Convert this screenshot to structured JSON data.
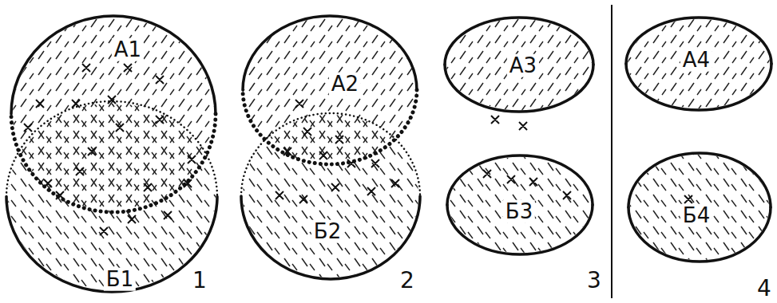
{
  "diagram": {
    "nodes": [
      {
        "text": [
          "А1"
        ]
      },
      {
        "text": [
          "Б1"
        ]
      },
      {
        "text": [
          "А2"
        ]
      },
      {
        "text": [
          "Б2"
        ]
      },
      {
        "text": [
          "А3"
        ]
      },
      {
        "text": [
          "Б3"
        ]
      },
      {
        "text": [
          "А4"
        ]
      },
      {
        "text": [
          "Б4"
        ]
      }
    ],
    "labels": [
      "1",
      "2",
      "3",
      "4"
    ]
  }
}
